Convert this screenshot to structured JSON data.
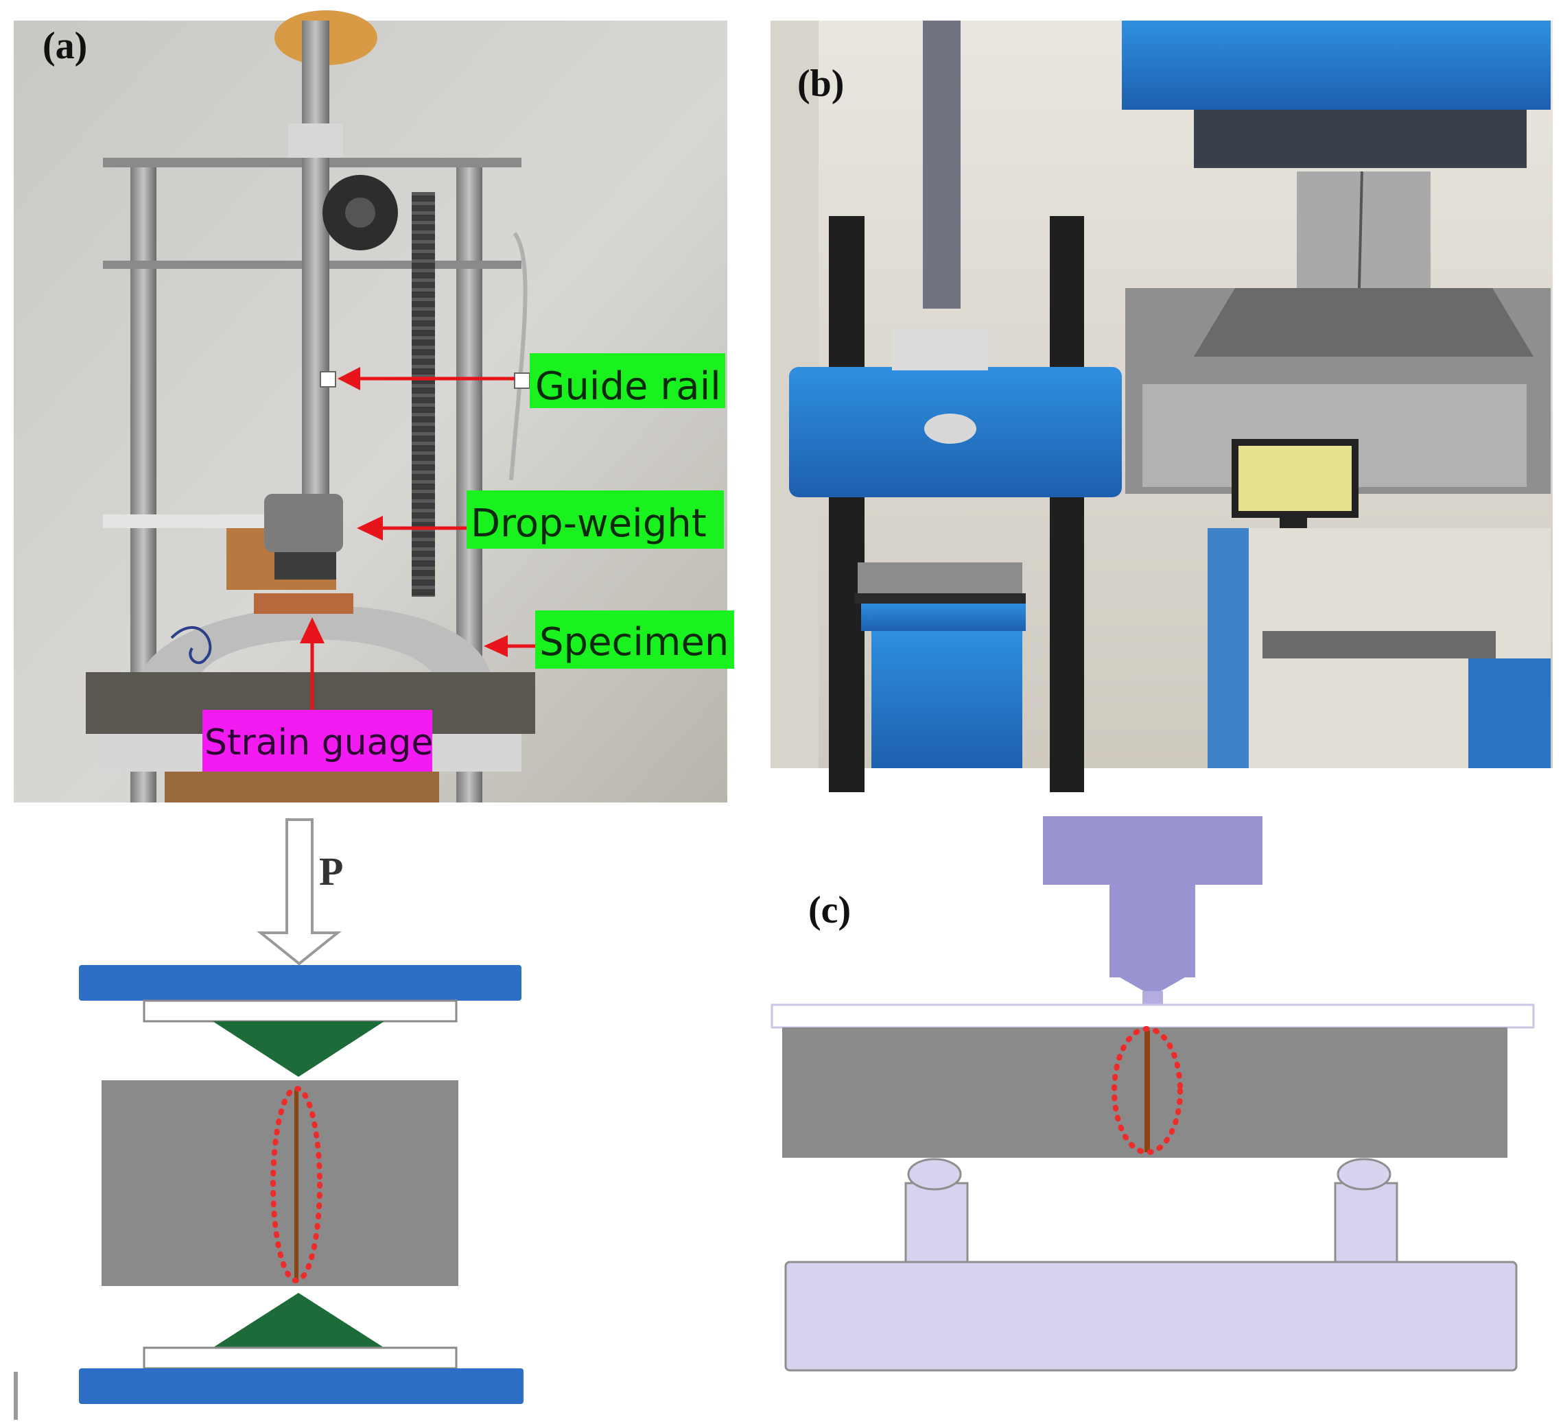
{
  "panels": {
    "a": {
      "tag": "(a)"
    },
    "b": {
      "tag": "(b)"
    },
    "c": {
      "tag": "(c)"
    }
  },
  "labels": {
    "guide_rail": "Guide rail",
    "drop_weight": "Drop-weight",
    "specimen": "Specimen",
    "strain_gauge": "Strain guage",
    "load": "P"
  },
  "colors": {
    "callout_green": "#19f21e",
    "callout_magenta": "#f21cf2",
    "arrow_red": "#e8141b",
    "platen_blue": "#2c6fc5",
    "specimen_grey": "#8a8a8a",
    "wedge_green": "#1c6b38",
    "crack_dots": "#ee2b2b",
    "crack_line": "#8b4513",
    "rig_purple": "#9a93d2",
    "support_lilac": "#d6d3ee"
  }
}
